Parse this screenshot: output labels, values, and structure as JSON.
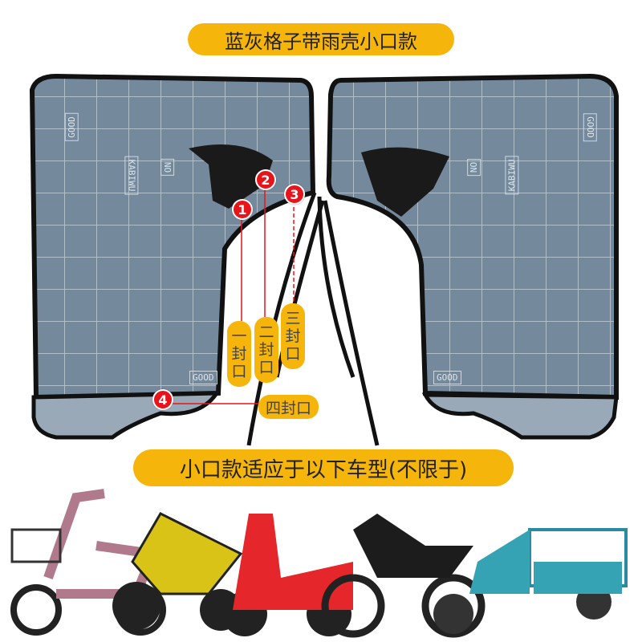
{
  "title": "蓝灰格子带雨壳小口款",
  "subtitle": "小口款适应于以下车型(不限于)",
  "seal_labels": [
    {
      "number": "1",
      "label": "一封口"
    },
    {
      "number": "2",
      "label": "二封口"
    },
    {
      "number": "3",
      "label": "三封口"
    },
    {
      "number": "4",
      "label": "四封口"
    }
  ],
  "product_print": [
    "KABIWU",
    "GOOD",
    "NO"
  ],
  "colors": {
    "label_bg": "#F5B50A",
    "marker": "#e8141b",
    "cover": "#7f93a6"
  }
}
